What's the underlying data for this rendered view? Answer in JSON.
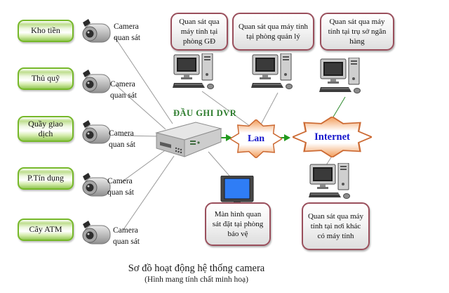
{
  "diagram": {
    "caption": {
      "title": "Sơ đồ hoạt động hệ thống camera",
      "subtitle": "(Hình mang tính chất minh hoạ)"
    },
    "locations": [
      {
        "label": "Kho tiền"
      },
      {
        "label": "Thủ quỹ"
      },
      {
        "label": "Quầy giao dịch"
      },
      {
        "label": "P.Tín dụng"
      },
      {
        "label": "Cây ATM"
      }
    ],
    "camera_label": "Camera quan sát",
    "dvr": {
      "label": "ĐẦU GHI DVR"
    },
    "network": {
      "lan": "Lan",
      "internet": "Internet"
    },
    "viewing_points": {
      "top": [
        {
          "label": "Quan sát qua máy tính tại phòng GĐ"
        },
        {
          "label": "Quan sát qua máy tính tại phòng quản lý"
        },
        {
          "label": "Quan sát qua máy tính tại trụ sở ngân hàng"
        }
      ],
      "bottom": [
        {
          "label": "Màn hình quan sát đặt tại phòng bảo vệ"
        },
        {
          "label": "Quan sát qua máy tính tại nơi khác có máy tính"
        }
      ]
    },
    "colors": {
      "location_border": "#76b82a",
      "callout_border": "#9a4f5c",
      "star_border": "#cc6a33",
      "network_text": "#1616cc",
      "dvr_label_green": "#2e7d2e",
      "arrow_green": "#22991e",
      "line_gray": "#999999",
      "monitor_screen": "#2f7df6"
    }
  }
}
